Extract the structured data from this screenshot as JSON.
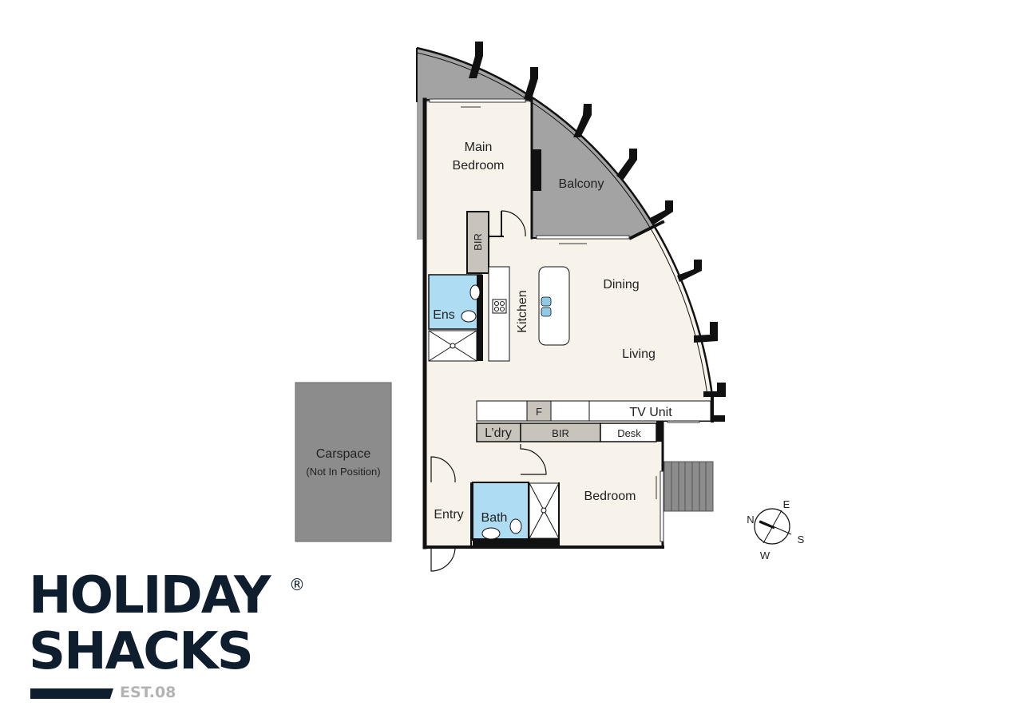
{
  "rooms": {
    "main_bedroom_line1": "Main",
    "main_bedroom_line2": "Bedroom",
    "balcony": "Balcony",
    "bir_main": "BIR",
    "ensuite": "Ens",
    "kitchen": "Kitchen",
    "dining": "Dining",
    "living": "Living",
    "fridge": "F",
    "tv_unit": "TV Unit",
    "laundry": "L’dry",
    "bir_bedroom": "BIR",
    "desk": "Desk",
    "bedroom": "Bedroom",
    "entry": "Entry",
    "bath": "Bath"
  },
  "carspace": {
    "title": "Carspace",
    "note": "(Not In Position)"
  },
  "compass": {
    "n": "N",
    "e": "E",
    "s": "S",
    "w": "W"
  },
  "logo": {
    "line1": "HOLIDAY",
    "line2": "SHACKS",
    "registered": "®",
    "established": "EST.08"
  },
  "colors": {
    "floor": "#f8f3ea",
    "balcony": "#a3a3a3",
    "wet": "#aedcf2",
    "joinery": "#c8c4bc",
    "wall": "#111111",
    "brand": "#0f1e2e"
  }
}
